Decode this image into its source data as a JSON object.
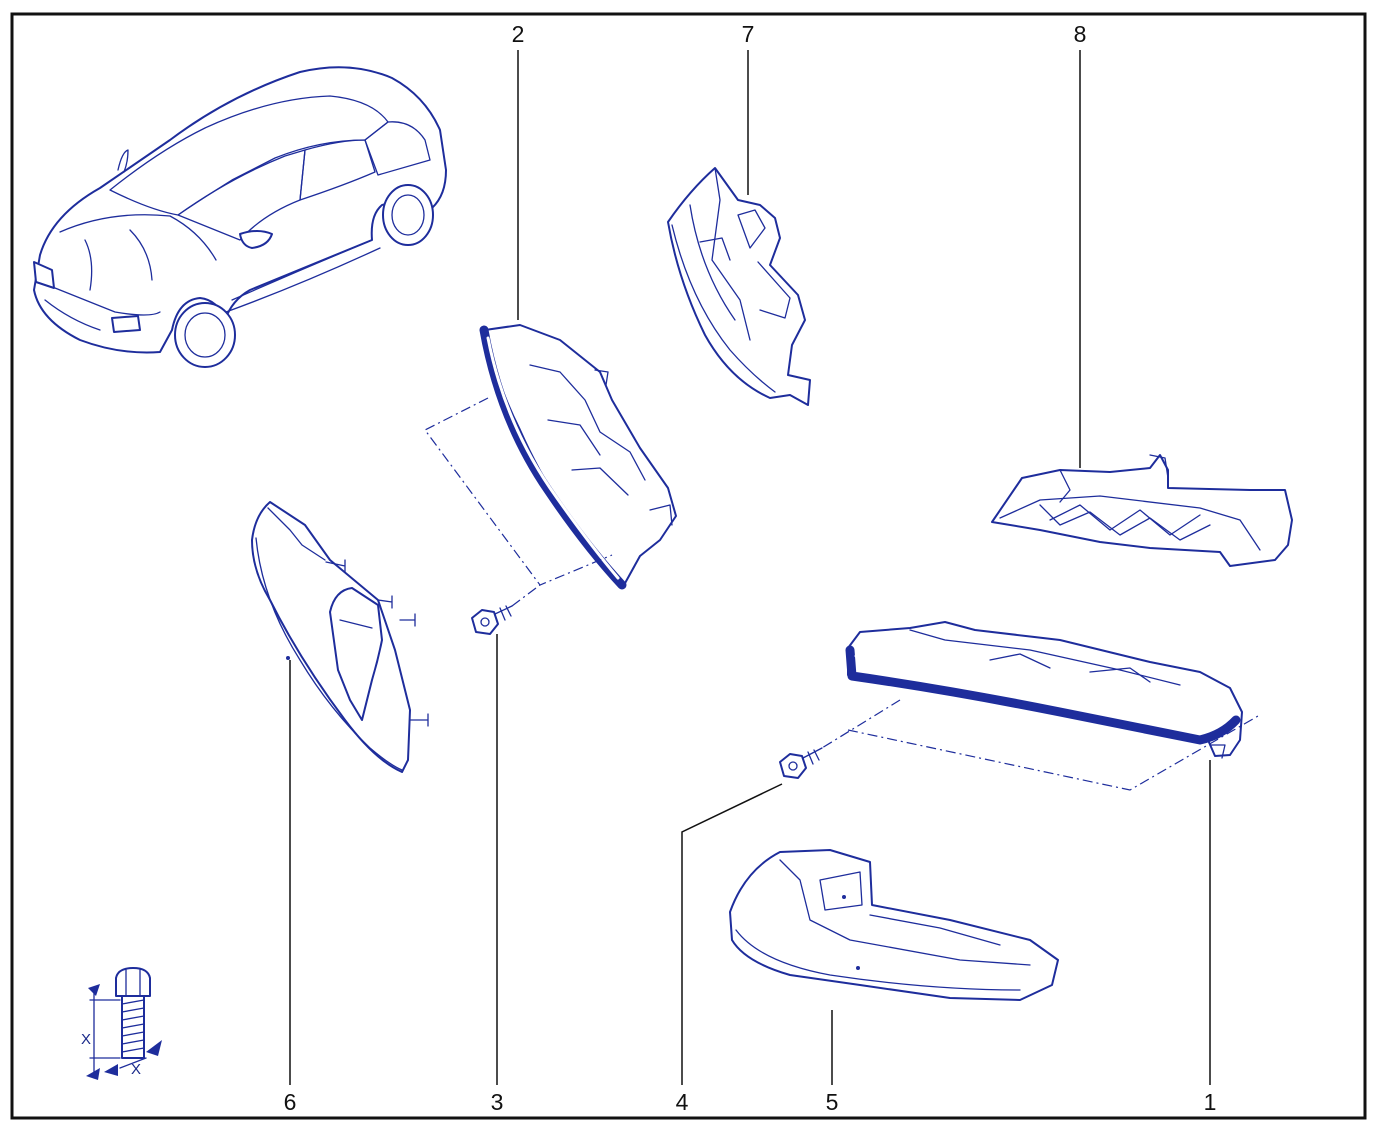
{
  "callouts": {
    "c1": "1",
    "c2": "2",
    "c3": "3",
    "c4": "4",
    "c5": "5",
    "c6": "6",
    "c7": "7",
    "c8": "8"
  },
  "torque_legend": {
    "x_top": "X",
    "x_bottom": "X"
  },
  "colors": {
    "line_art": "#1e2d9c",
    "frame": "#111111",
    "background": "#ffffff"
  }
}
